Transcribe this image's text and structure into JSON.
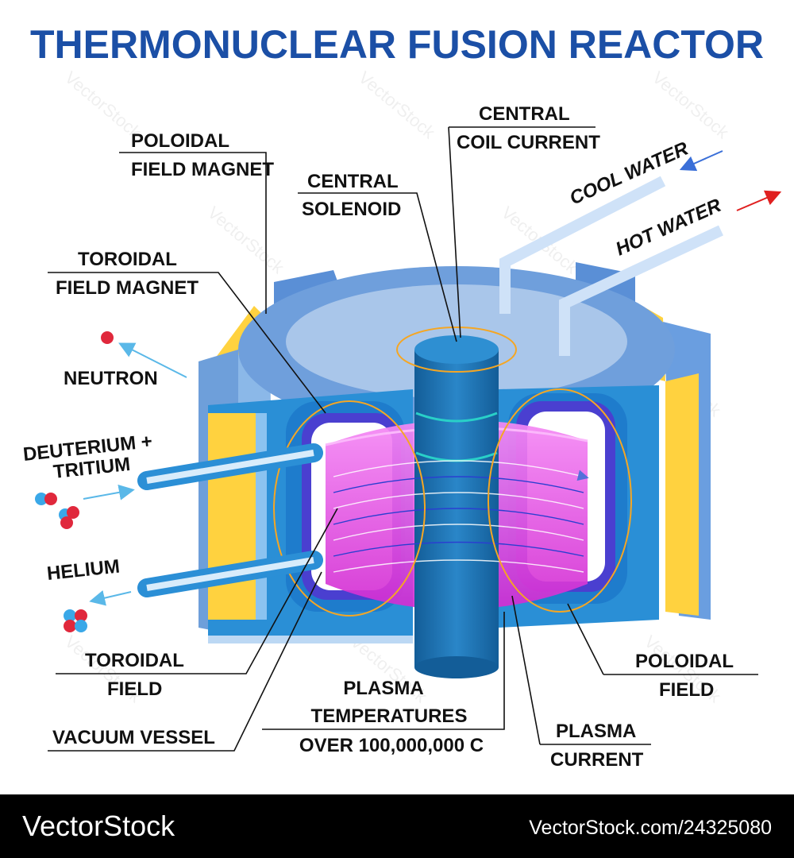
{
  "title": "THERMONUCLEAR FUSION REACTOR",
  "labels": {
    "poloidal_field_magnet": [
      "POLOIDAL",
      "FIELD MAGNET"
    ],
    "central_coil_current": [
      "CENTRAL",
      "COIL CURRENT"
    ],
    "central_solenoid": [
      "CENTRAL",
      "SOLENOID"
    ],
    "cool_water": "COOL WATER",
    "hot_water": "HOT WATER",
    "toroidal_field_magnet": [
      "TOROIDAL",
      "FIELD MAGNET"
    ],
    "neutron": "NEUTRON",
    "deuterium_tritium": [
      "DEUTERIUM +",
      "TRITIUM"
    ],
    "helium": "HELIUM",
    "toroidal_field": [
      "TOROIDAL",
      "FIELD"
    ],
    "vacuum_vessel": "VACUUM VESSEL",
    "plasma_temperatures": [
      "PLASMA",
      "TEMPERATURES",
      "OVER 100,000,000 C"
    ],
    "plasma_current": [
      "PLASMA",
      "CURRENT"
    ],
    "poloidal_field": [
      "POLOIDAL",
      "FIELD"
    ]
  },
  "watermark": "VectorStock",
  "footer": {
    "brand": "VectorStock",
    "id_text": "VectorStock.com/24325080"
  },
  "colors": {
    "title": "#1b4fa6",
    "plasma": "#ee3fee",
    "magnet_yellow": "#ffd23f",
    "solenoid": "#1b6fb0",
    "field_lines": "#f5a623"
  }
}
